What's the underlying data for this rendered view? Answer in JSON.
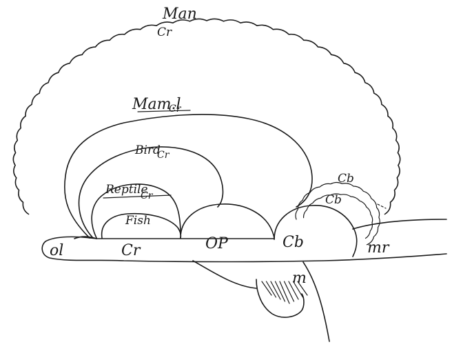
{
  "labels": {
    "man": "Man",
    "man_cr": "Cr",
    "mammal": "Mam.l",
    "mammal_cr": "Cr",
    "bird": "Bird",
    "bird_cr": "Cr",
    "reptile": "Reptile",
    "reptile_cr": "Cr",
    "fish": "Fish",
    "ol": "ol",
    "cr": "Cr",
    "op": "OP",
    "cb": "Cb",
    "cb_upper": "Cb",
    "cb_lower": "Cb",
    "mr": "mr",
    "m": "m"
  },
  "colors": {
    "ink": "#1a1a1a",
    "paper": "#ffffff"
  }
}
